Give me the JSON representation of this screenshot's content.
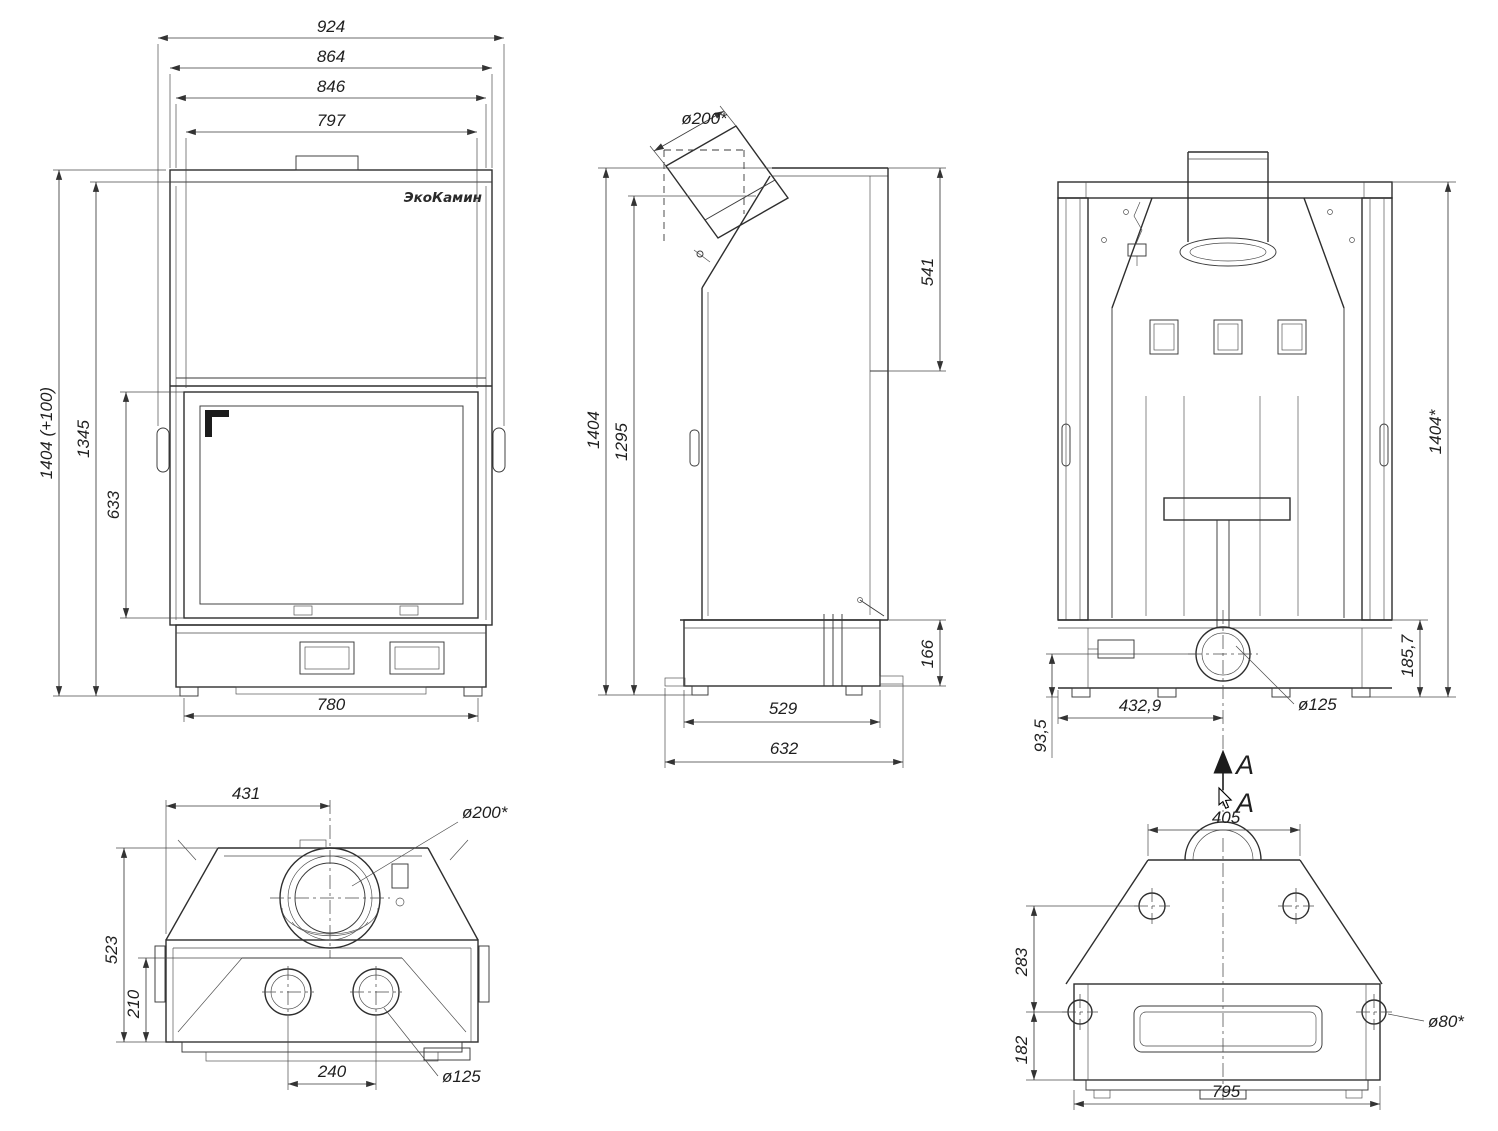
{
  "drawing": {
    "brand_logo": "ЭкоКамин",
    "section_letter": "A"
  },
  "front_view": {
    "width_total": "924",
    "width_outer": "864",
    "width_body": "846",
    "width_door": "797",
    "height_total": "1404 (+100)",
    "height_body": "1345",
    "height_glass": "633",
    "width_base": "780"
  },
  "side_view": {
    "flue_diameter": "ø200*",
    "height_total": "1404",
    "height_front": "1295",
    "rear_channel_height": "541",
    "base_height": "166",
    "depth_base": "529",
    "depth_total": "632"
  },
  "back_view": {
    "height_total": "1404*",
    "base_height": "185,7",
    "outlet_height": "93,5",
    "outlet_offset_x": "432,9",
    "outlet_diameter": "ø125"
  },
  "top_view": {
    "flue_offset": "431",
    "flue_diameter": "ø200*",
    "depth_total": "523",
    "depth_front": "210",
    "outlet_spacing": "240",
    "outlet_diameter": "ø125"
  },
  "section_view": {
    "width_top": "405",
    "height_upper": "283",
    "height_lower": "182",
    "port_diameter": "ø80*",
    "width_base": "795"
  }
}
